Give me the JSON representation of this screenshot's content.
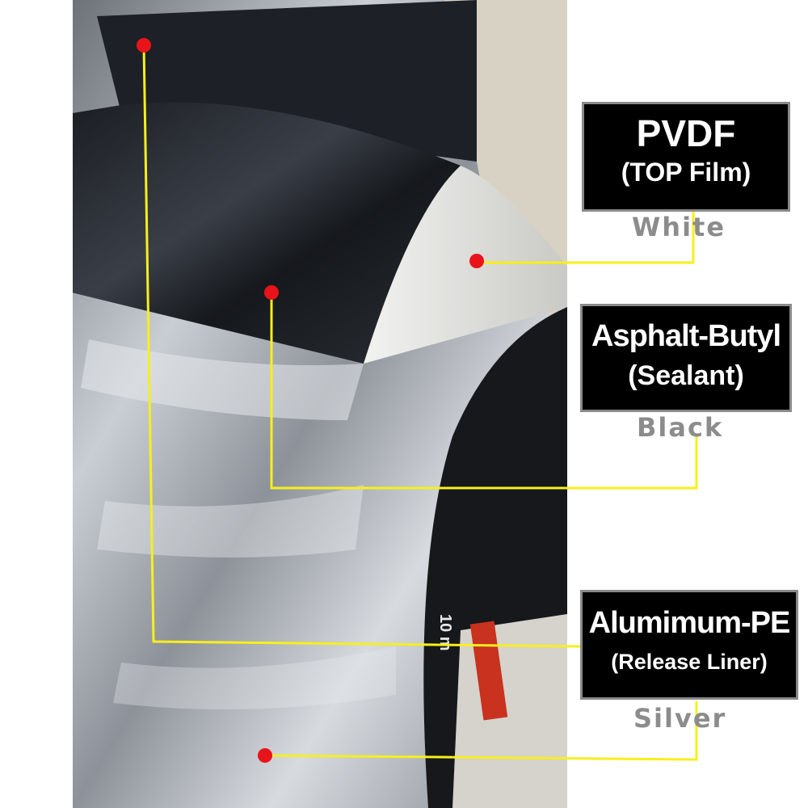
{
  "labels": [
    {
      "title": "PVDF",
      "subtitle": "(TOP Film)",
      "color_word": "White"
    },
    {
      "title": "Asphalt-Butyl",
      "subtitle": "(Sealant)",
      "color_word": "Black"
    },
    {
      "title": "Alumimum-PE",
      "subtitle": "(Release Liner)",
      "color_word": "Silver"
    }
  ],
  "roll_text": "10 m",
  "colors": {
    "leader_line": "#f7ef1c",
    "marker_dot": "#e8141a",
    "label_bg": "#000000",
    "label_border": "#8a8a8a",
    "color_word": "#8c8c8c"
  }
}
